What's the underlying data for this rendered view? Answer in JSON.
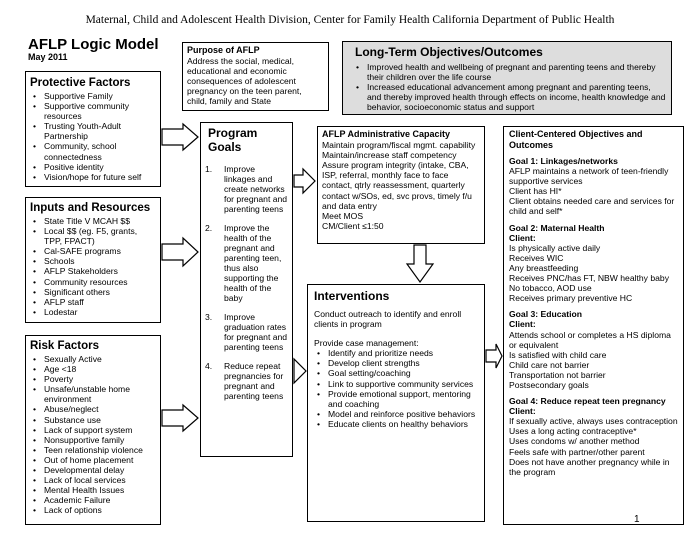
{
  "header": {
    "org_line": "Maternal, Child and Adolescent Health Division, Center for Family Health California Department of Public Health",
    "title": "AFLP Logic Model",
    "date": "May 2011"
  },
  "purpose": {
    "title": "Purpose of AFLP",
    "text": "Address the social, medical, educational and economic consequences of adolescent pregnancy on the teen parent, child, family and State"
  },
  "long_term": {
    "title": "Long-Term Objectives/Outcomes",
    "items": [
      "Improved health and wellbeing of pregnant and parenting teens and thereby their children over the life course",
      "Increased educational advancement among pregnant and parenting teens, and thereby improved health through effects on income, health knowledge and behavior, socioeconomic status and support"
    ]
  },
  "protective": {
    "title": "Protective Factors",
    "items": [
      "Supportive Family",
      "Supportive community resources",
      "Trusting Youth-Adult Partnership",
      "Community, school connectedness",
      "Positive identity",
      "Vision/hope for future self"
    ]
  },
  "inputs": {
    "title": "Inputs and Resources",
    "items": [
      "State Title V MCAH $$",
      "Local $$  (eg. F5, grants, TPP, FPACT)",
      "Cal-SAFE programs",
      "Schools",
      "AFLP Stakeholders",
      "Community resources",
      "Significant others",
      "AFLP staff",
      "Lodestar"
    ]
  },
  "risk": {
    "title": "Risk Factors",
    "items": [
      "Sexually Active",
      "Age <18",
      "Poverty",
      "Unsafe/unstable home environment",
      "Abuse/neglect",
      "Substance use",
      "Lack of support system",
      "Nonsupportive family",
      "Teen relationship violence",
      "Out of home placement",
      "Developmental delay",
      "Lack of local services",
      "Mental Health Issues",
      "Academic Failure",
      "Lack of options"
    ]
  },
  "program_goals": {
    "title": "Program Goals",
    "items": [
      {
        "num": "1.",
        "text": "Improve linkages and create networks for pregnant and parenting teens"
      },
      {
        "num": "2.",
        "text": "Improve the health of the pregnant and parenting teen, thus  also supporting the health of the baby"
      },
      {
        "num": "3.",
        "text": "Improve graduation rates for pregnant and parenting teens"
      },
      {
        "num": "4.",
        "text": "Reduce repeat pregnancies for pregnant and parenting teens"
      }
    ]
  },
  "capacity": {
    "title": "AFLP Administrative Capacity",
    "text": "Maintain program/fiscal mgmt. capability\nMaintain/increase staff competency\nAssure program integrity (intake, CBA, ISP, referral, monthly face to face contact, qtrly reassessment, quarterly contact w/SOs, ed, svc provs, timely f/u and data entry\nMeet MOS\nCM/Client ≤1:50"
  },
  "interventions": {
    "title": "Interventions",
    "intro": "Conduct outreach to identify and enroll clients in program",
    "case_mgmt": "Provide case management:",
    "items": [
      "Identify and prioritize needs",
      "Develop client strengths",
      "Goal setting/coaching",
      "Link to supportive community services",
      "Provide emotional support, mentoring and coaching",
      "Model and reinforce positive behaviors",
      "Educate clients on healthy behaviors"
    ]
  },
  "client_outcomes": {
    "title": "Client-Centered Objectives and Outcomes",
    "goal1_title": "Goal 1: Linkages/networks",
    "goal1_text": "AFLP maintains a network of teen-friendly supportive services\nClient has HI*\nClient obtains needed care and services for child and self*",
    "goal2_title": "Goal 2: Maternal Health\n              Client:",
    "goal2_text": "Is physically active daily\nReceives WIC\nAny breastfeeding\nReceives PNC/has FT, NBW healthy baby\nNo tobacco, AOD use\nReceives primary preventive HC",
    "goal3_title": "Goal 3: Education\n              Client:",
    "goal3_text": "Attends school or completes a HS diploma or equivalent\nIs satisfied with child care\nChild care not barrier\nTransportation not barrier\nPostsecondary goals",
    "goal4_title": "Goal 4: Reduce repeat teen pregnancy\nClient:",
    "goal4_text": "If sexually active, always uses contraception\nUses a long acting contraceptive*\nUses condoms w/ another method\nFeels safe with partner/other parent\nDoes not have another pregnancy while in the program"
  },
  "footer": {
    "page_number": "1"
  },
  "colors": {
    "long_term_bg": "#dddddd",
    "border": "#000000"
  }
}
